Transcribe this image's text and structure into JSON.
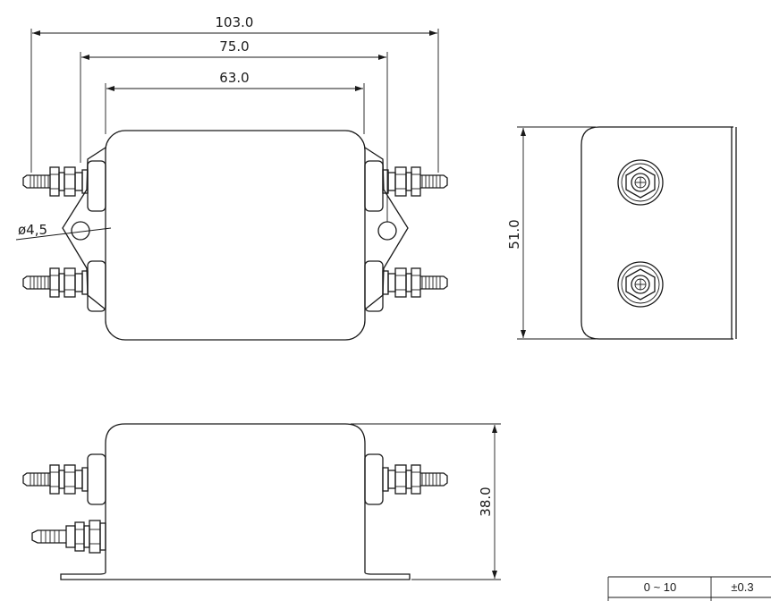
{
  "dimensions": {
    "overall_width": "103.0",
    "mount_pitch": "75.0",
    "body_width": "63.0",
    "hole_diameter": "ø4,5",
    "side_height": "51.0",
    "front_height": "38.0"
  },
  "tolerance_table": {
    "rows": [
      {
        "range": "0 ~ 10",
        "tolerance": "±0.3"
      }
    ]
  }
}
